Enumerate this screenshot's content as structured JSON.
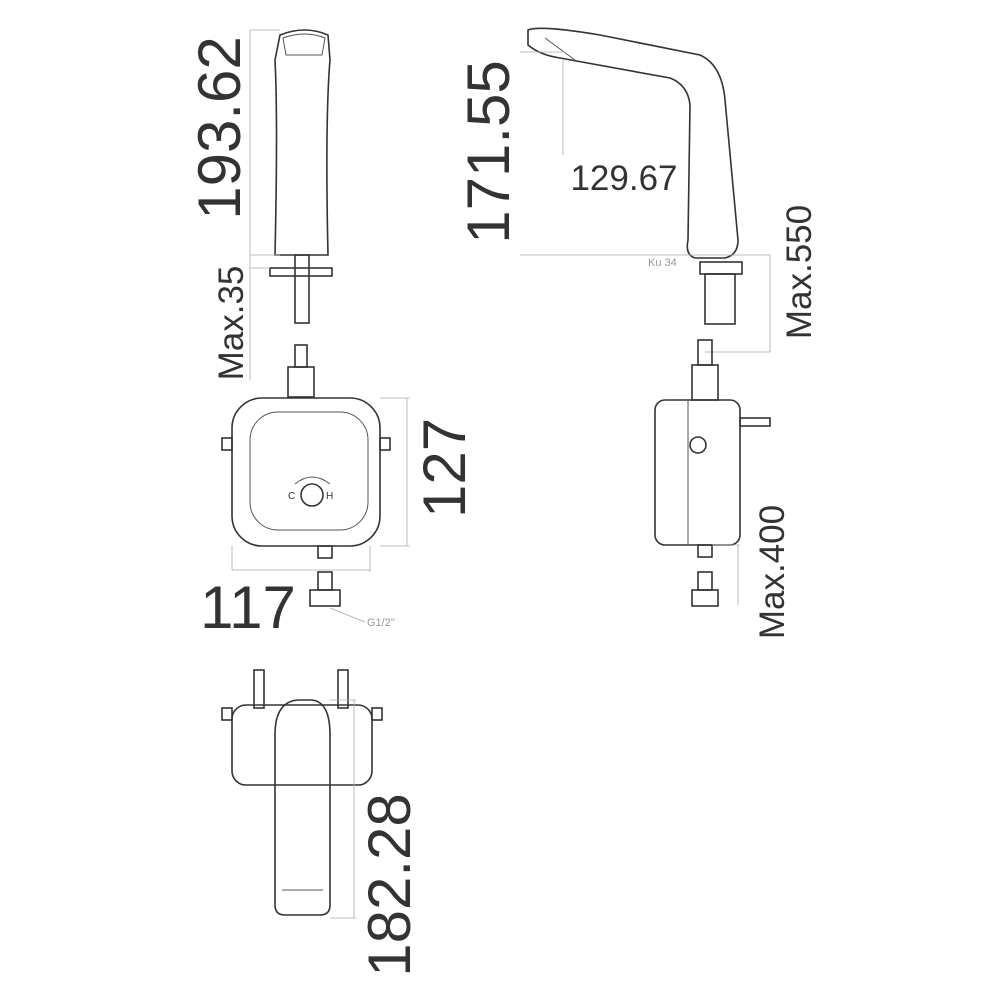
{
  "dimensions": {
    "front_height": "193.62",
    "max_deck_thickness": "Max.35",
    "side_height": "171.55",
    "spout_reach": "129.67",
    "max_hose_550": "Max.550",
    "box_height": "127",
    "box_width": "117",
    "max_hose_400": "Max.400",
    "top_depth": "182.28"
  },
  "annotations": {
    "thread": "G1/2\"",
    "cold": "C",
    "hot": "H"
  }
}
